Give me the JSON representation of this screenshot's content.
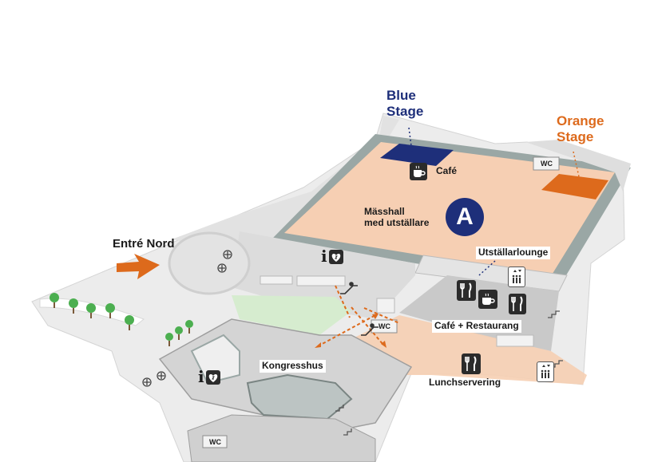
{
  "map": {
    "stages": {
      "blue": {
        "line1": "Blue",
        "line2": "Stage",
        "color": "#1e2f7a"
      },
      "orange": {
        "line1": "Orange",
        "line2": "Stage",
        "color": "#dd6a1c"
      }
    },
    "hall": {
      "name_line1": "Mässhall",
      "name_line2": "med utställare",
      "badge": "A",
      "floor_color": "#f6cfb3",
      "wall_color": "#9aa7a5"
    },
    "labels": {
      "entrance": "Entré Nord",
      "cafe": "Café",
      "exhibitor_lounge": "Utställarlounge",
      "cafe_restaurant": "Café + Restaurang",
      "congress": "Kongresshus",
      "lunch": "Lunchservering",
      "wc": "WC"
    },
    "icons": [
      "coffee-icon",
      "fork-knife-icon",
      "elevator-icon",
      "info-icon",
      "defibrillator-icon",
      "escalator-icon",
      "tree-icon",
      "arrow-icon",
      "stairs-icon"
    ],
    "colors": {
      "arrow": "#dd6a1c",
      "route": "#dd6a1c",
      "grass": "#d6eccf",
      "tree": "#4caf50"
    }
  }
}
